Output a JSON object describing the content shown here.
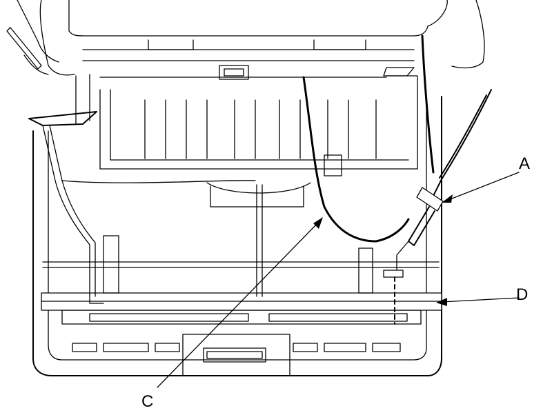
{
  "diagram": {
    "callouts": [
      {
        "id": "A",
        "label": "A"
      },
      {
        "id": "C",
        "label": "C"
      },
      {
        "id": "D",
        "label": "D"
      }
    ],
    "colors": {
      "line": "#000000",
      "background": "#ffffff"
    }
  }
}
